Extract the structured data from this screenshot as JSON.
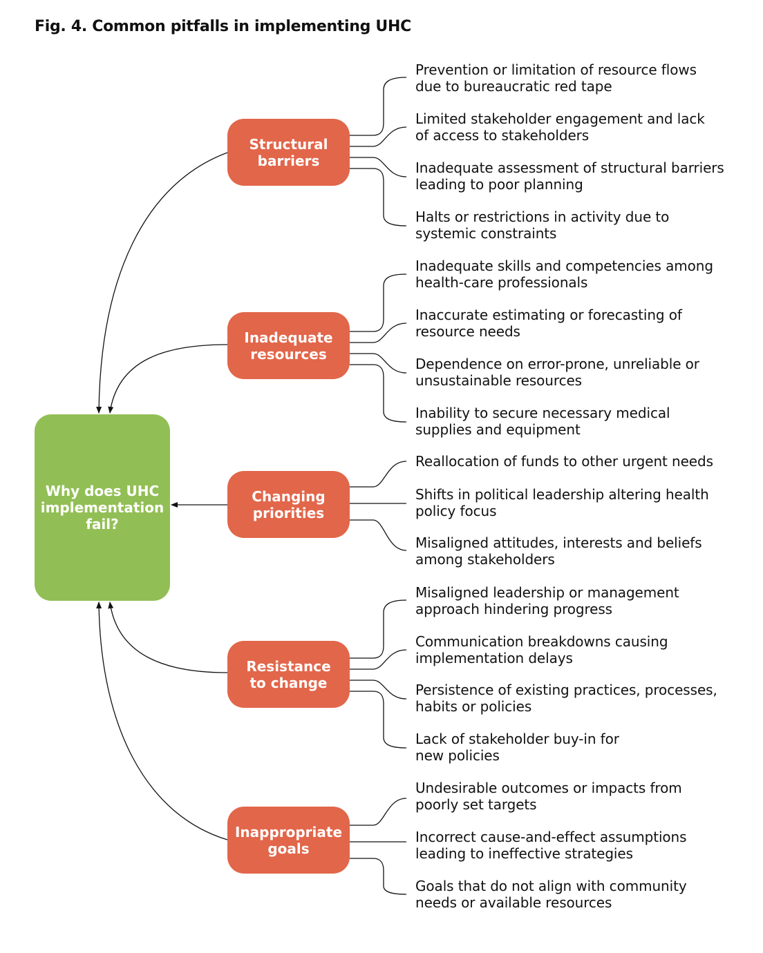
{
  "title": "Fig. 4. Common pitfalls in implementing UHC",
  "center": {
    "label": "Why does UHC\nimplementation\nfail?"
  },
  "colors": {
    "center_fill": "#92bf55",
    "category_fill": "#e2664a",
    "connector": "#111111"
  },
  "categories": [
    {
      "label": "Structural\nbarriers",
      "reasons": [
        "Prevention or limitation of resource flows\ndue to bureaucratic red tape",
        "Limited stakeholder engagement and lack\nof access to stakeholders",
        "Inadequate assessment of structural barriers\nleading to poor planning",
        "Halts or restrictions in activity due to\nsystemic constraints"
      ]
    },
    {
      "label": "Inadequate\nresources",
      "reasons": [
        "Inadequate skills and competencies among\nhealth-care professionals",
        "Inaccurate estimating or forecasting of\nresource needs",
        "Dependence on error-prone, unreliable or\nunsustainable resources",
        "Inability to secure necessary medical\nsupplies and equipment"
      ]
    },
    {
      "label": "Changing\npriorities",
      "reasons": [
        "Reallocation of funds to other urgent needs",
        "Shifts in political leadership altering health\npolicy focus",
        "Misaligned attitudes, interests and beliefs\namong stakeholders"
      ]
    },
    {
      "label": "Resistance\nto change",
      "reasons": [
        "Misaligned leadership or management\napproach hindering progress",
        "Communication breakdowns causing\nimplementation delays",
        "Persistence of existing practices, processes,\nhabits or policies",
        "Lack of stakeholder buy-in for\nnew policies"
      ]
    },
    {
      "label": "Inappropriate\ngoals",
      "reasons": [
        "Undesirable outcomes or impacts from\npoorly set targets",
        "Incorrect cause-and-effect assumptions\nleading to ineffective strategies",
        "Goals that do not align with community\nneeds or available resources"
      ]
    }
  ]
}
